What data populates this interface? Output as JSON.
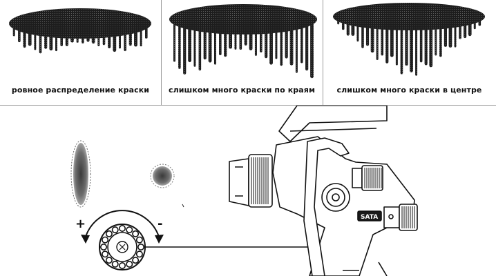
{
  "captions": {
    "even": "ровное распределение краски",
    "edges": "слишком много краски по краям",
    "center": "слишком много краски в центре"
  },
  "adjustment": {
    "plus_label": "+",
    "minus_label": "-"
  },
  "gun": {
    "brand_badge": "SATA"
  }
}
